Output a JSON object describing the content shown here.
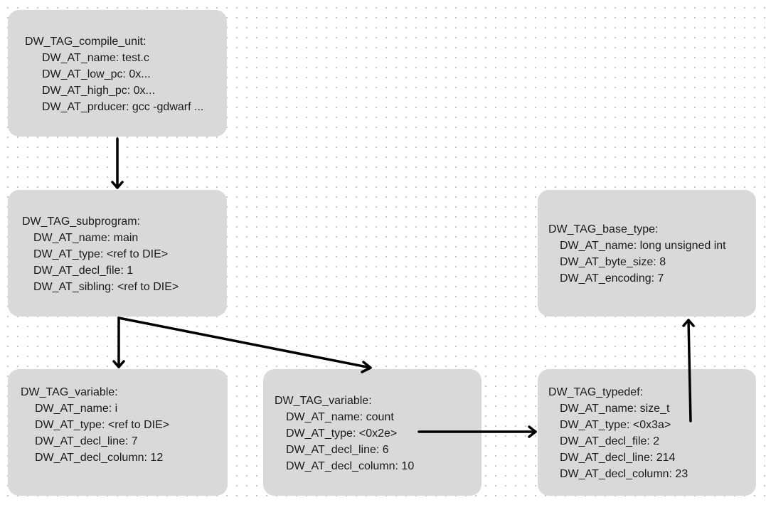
{
  "nodes": {
    "compile_unit": {
      "title": "DW_TAG_compile_unit:",
      "attrs": [
        "DW_AT_name: test.c",
        "DW_AT_low_pc: 0x...",
        "DW_AT_high_pc: 0x...",
        "DW_AT_prducer: gcc -gdwarf ..."
      ]
    },
    "subprogram": {
      "title": "DW_TAG_subprogram:",
      "attrs": [
        "DW_AT_name: main",
        "DW_AT_type: <ref to DIE>",
        "DW_AT_decl_file: 1",
        "DW_AT_sibling: <ref to DIE>"
      ]
    },
    "variable_i": {
      "title": "DW_TAG_variable:",
      "attrs": [
        "DW_AT_name: i",
        "DW_AT_type: <ref to DIE>",
        "DW_AT_decl_line: 7",
        "DW_AT_decl_column: 12"
      ]
    },
    "variable_count": {
      "title": "DW_TAG_variable:",
      "attrs": [
        "DW_AT_name: count",
        "DW_AT_type: <0x2e>",
        "DW_AT_decl_line: 6",
        "DW_AT_decl_column: 10"
      ]
    },
    "typedef": {
      "title": "DW_TAG_typedef:",
      "attrs": [
        "DW_AT_name: size_t",
        "DW_AT_type: <0x3a>",
        "DW_AT_decl_file: 2",
        "DW_AT_decl_line: 214",
        "DW_AT_decl_column: 23"
      ]
    },
    "base_type": {
      "title": "DW_TAG_base_type:",
      "attrs": [
        "DW_AT_name: long unsigned int",
        "DW_AT_byte_size: 8",
        "DW_AT_encoding: 7"
      ]
    }
  },
  "colors": {
    "node_fill": "#d9d9d9",
    "edge": "#000000",
    "text": "#1a1a1a",
    "background_dots": "#c4c4c4"
  }
}
